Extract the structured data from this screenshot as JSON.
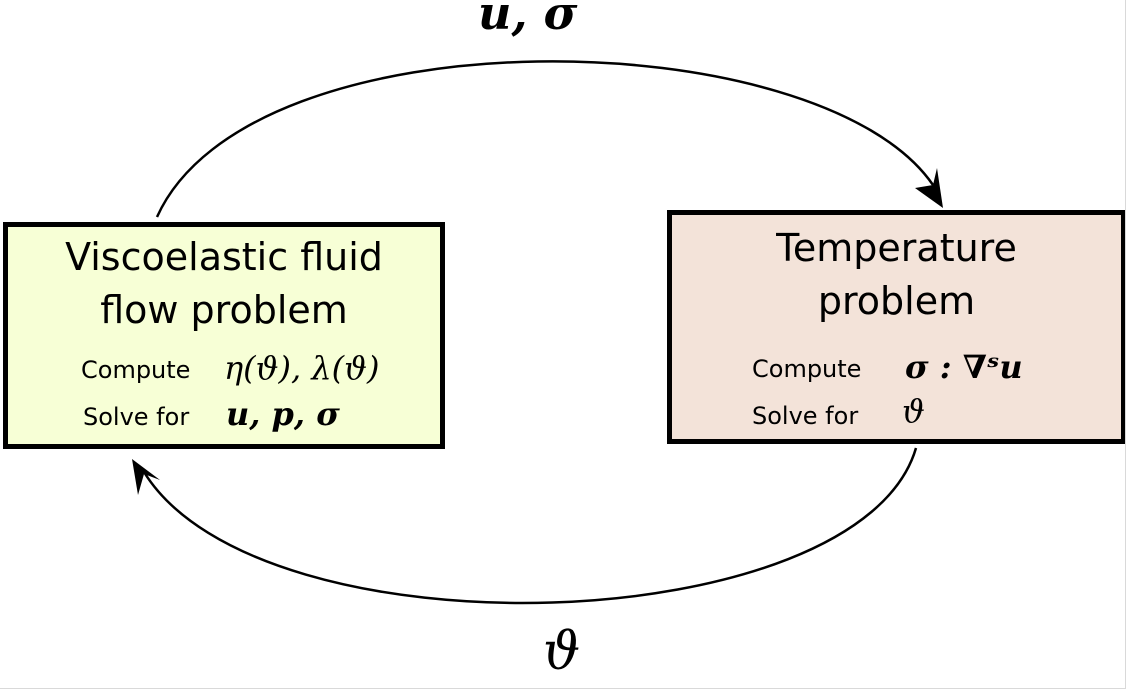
{
  "arrow_top_label": "u, σ",
  "arrow_bottom_label": "ϑ",
  "left_box": {
    "title_line1": "Viscoelastic fluid",
    "title_line2": "flow problem",
    "compute_label": "Compute",
    "compute_expr": "η(ϑ), λ(ϑ)",
    "solve_label": "Solve for",
    "solve_expr": "u, p, σ",
    "fill": "#f7ffd6"
  },
  "right_box": {
    "title_line1": "Temperature",
    "title_line2": "problem",
    "compute_label": "Compute",
    "compute_expr": "σ : ∇ˢu",
    "solve_label": "Solve for",
    "solve_expr": "ϑ",
    "fill": "#f3e3d9"
  }
}
